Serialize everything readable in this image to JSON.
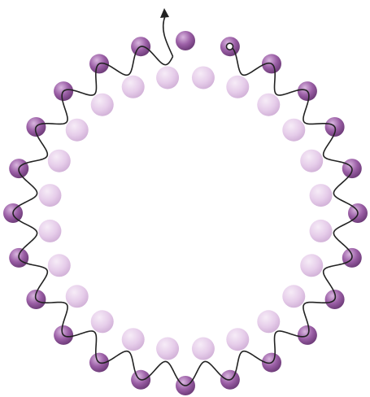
{
  "diagram": {
    "subject": "beaded-ring-thread-path",
    "outer_bead_count": 24,
    "inner_bead_count": 24,
    "colors": {
      "outer_bead": "#9b5fa6",
      "outer_bead_highlight": "#d9b6df",
      "outer_bead_shadow": "#6d3b78",
      "inner_bead": "#e6cdea",
      "inner_bead_highlight": "#f6ecf7",
      "inner_bead_shadow": "#d2b2d8",
      "thread": "#222222",
      "background": "#ffffff"
    },
    "thread": {
      "start_marker": "open-circle",
      "end_marker": "arrowhead"
    }
  }
}
